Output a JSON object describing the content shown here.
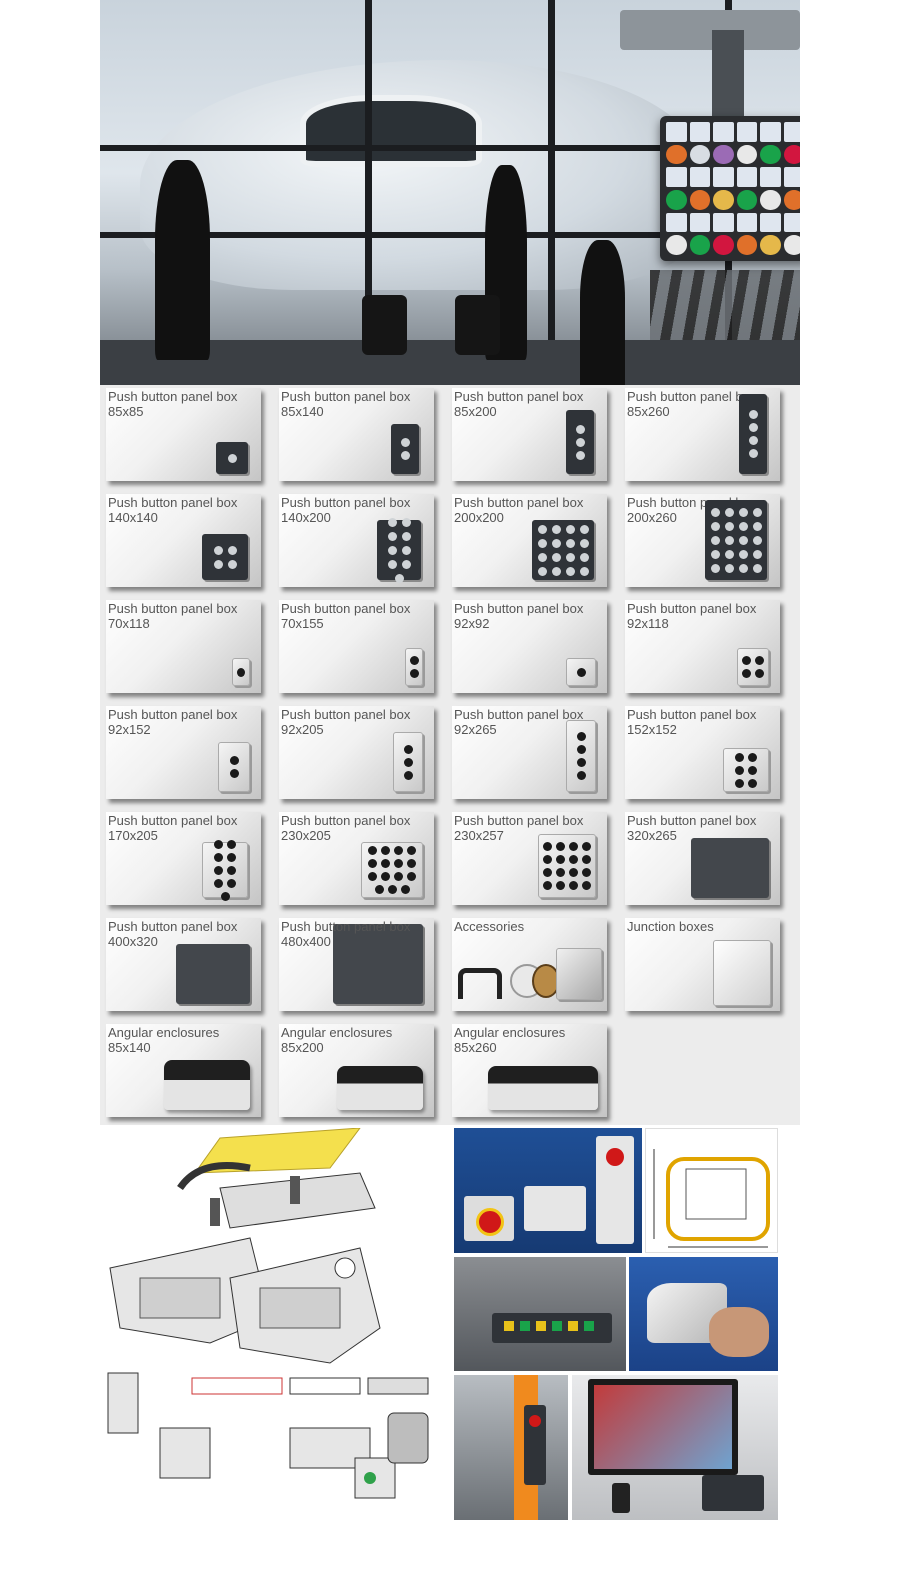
{
  "products": [
    {
      "line1": "Push button panel box",
      "line2": "85x85"
    },
    {
      "line1": "Push button panel box",
      "line2": "85x140"
    },
    {
      "line1": "Push button panel box",
      "line2": "85x200"
    },
    {
      "line1": "Push button panel box",
      "line2": "85x260"
    },
    {
      "line1": "Push button panel box",
      "line2": "140x140"
    },
    {
      "line1": "Push button panel box",
      "line2": "140x200"
    },
    {
      "line1": "Push button panel box",
      "line2": "200x200"
    },
    {
      "line1": "Push button panel box",
      "line2": "200x260"
    },
    {
      "line1": "Push button panel box",
      "line2": "70x118"
    },
    {
      "line1": "Push button panel box",
      "line2": "70x155"
    },
    {
      "line1": "Push button panel box",
      "line2": "92x92"
    },
    {
      "line1": "Push button panel box",
      "line2": "92x118"
    },
    {
      "line1": "Push button panel box",
      "line2": "92x152"
    },
    {
      "line1": "Push button panel box",
      "line2": "92x205"
    },
    {
      "line1": "Push button panel box",
      "line2": "92x265"
    },
    {
      "line1": "Push button panel box",
      "line2": "152x152"
    },
    {
      "line1": "Push button panel box",
      "line2": "170x205"
    },
    {
      "line1": "Push button panel box",
      "line2": "230x205"
    },
    {
      "line1": "Push button panel box",
      "line2": "230x257"
    },
    {
      "line1": "Push button panel box",
      "line2": "320x265"
    },
    {
      "line1": "Push button panel box",
      "line2": "400x320"
    },
    {
      "line1": "Push button panel box",
      "line2": "480x400"
    },
    {
      "line1": "Accessories",
      "line2": ""
    },
    {
      "line1": "Junction boxes",
      "line2": ""
    },
    {
      "line1": "Angular enclosures",
      "line2": "85x140"
    },
    {
      "line1": "Angular enclosures",
      "line2": "85x200"
    },
    {
      "line1": "Angular enclosures",
      "line2": "85x260"
    }
  ],
  "colors": {
    "label": "#555555",
    "card_bg_light": "#ffffff",
    "card_bg_dark": "#c5c5c5",
    "grid_bg": "#ececec",
    "enclosure_dark": "#2f3338"
  }
}
